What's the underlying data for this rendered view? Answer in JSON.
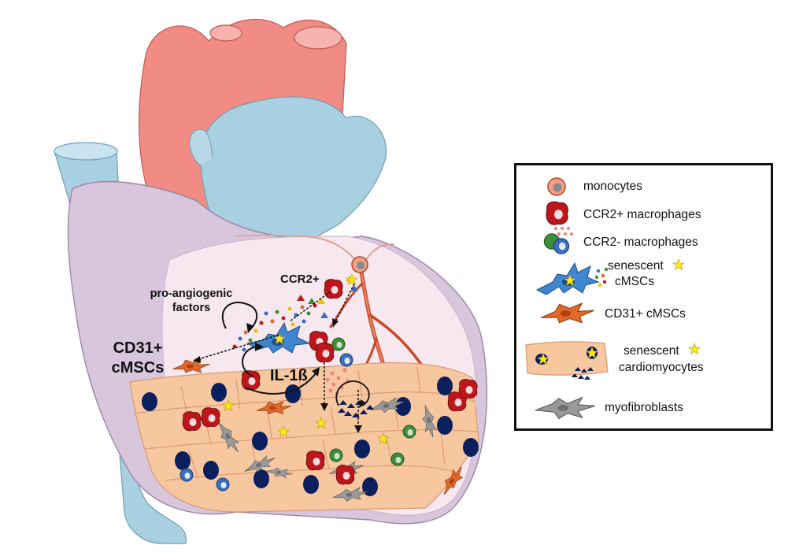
{
  "labels": {
    "pro_angiogenic": [
      "pro-angiogenic",
      "factors"
    ],
    "ccr2_plus": "CCR2+",
    "cd31_cmscs": [
      "CD31+",
      "cMSCs"
    ],
    "il1b": "IL-1ß"
  },
  "legend": {
    "items": [
      {
        "icon": "monocyte-icon",
        "text": [
          "monocytes"
        ]
      },
      {
        "icon": "ccr2-plus-macrophage-icon",
        "text": [
          "CCR2+ macrophages"
        ]
      },
      {
        "icon": "ccr2-minus-macrophage-icon",
        "text": [
          "CCR2- macrophages"
        ]
      },
      {
        "icon": "senescent-cmsc-icon",
        "text": [
          "senescent",
          "cMSCs"
        ]
      },
      {
        "icon": "cd31-cmsc-icon",
        "text": [
          "CD31+ cMSCs"
        ]
      },
      {
        "icon": "senescent-cardiomyocyte-icon",
        "text": [
          "senescent",
          "cardiomyocytes"
        ]
      },
      {
        "icon": "myofibroblast-icon",
        "text": [
          "myofibroblasts"
        ]
      }
    ]
  },
  "colors": {
    "aorta": "#f08c84",
    "vessels": "#a9d0e0",
    "heart_body": "#d8c6dc",
    "heart_inner": "#f6e8ee",
    "cardiomyocyte": "#f7c7a0",
    "nucleus": "#0b1f5c",
    "ccr2_plus": "#c0161b",
    "ccr2_minus_green": "#3f8f3a",
    "ccr2_minus_blue": "#3a6fc0",
    "cmsc_blue": "#3f86d0",
    "cd31_orange": "#e0682a",
    "myofibroblast": "#9a9a9a",
    "star": "#ffe617"
  }
}
